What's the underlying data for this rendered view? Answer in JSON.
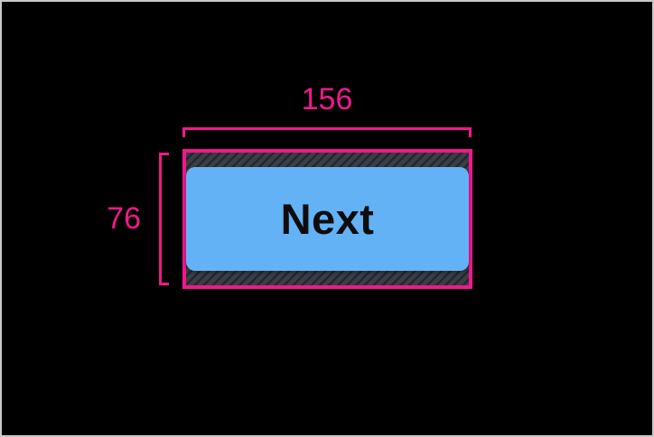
{
  "screen": {
    "background": "#000000",
    "frame_border": "#c9c9c9"
  },
  "measurements": {
    "width_label": "156",
    "height_label": "76"
  },
  "button": {
    "label": "Next"
  },
  "colors": {
    "guide": "#F1188C",
    "button-fill": "#63B2F6",
    "button-text": "#0D0D0D",
    "hatch-bg": "#3A3F47",
    "hatch-stripe": "#24272E"
  }
}
